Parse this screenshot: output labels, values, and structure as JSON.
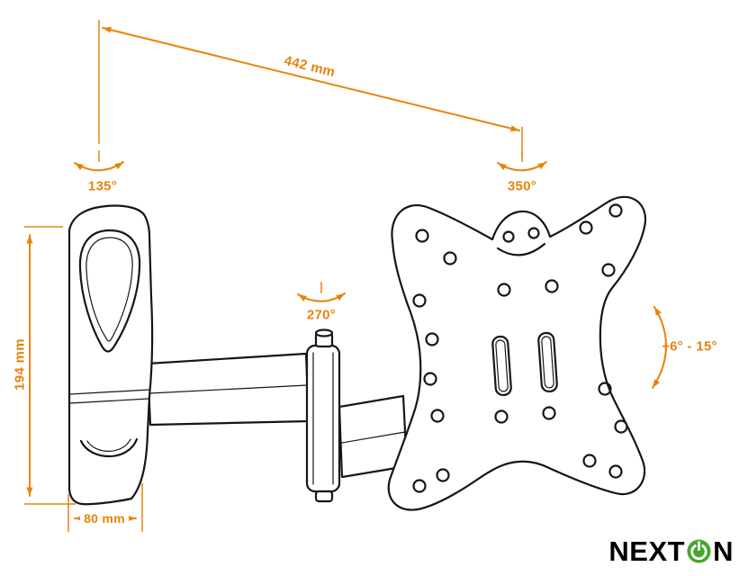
{
  "colors": {
    "annotation": "#E8830A",
    "drawing": "#161616",
    "logo_green": "#45A62B",
    "logo_black": "#000000",
    "background": "#FFFFFF"
  },
  "annotations": {
    "dim_width": "442 mm",
    "rot_wall": "135°",
    "rot_plate": "350°",
    "rot_elbow": "270°",
    "dim_height": "194 mm",
    "dim_depth": "80 mm",
    "tilt_range": "+6° - 15°"
  },
  "logo": {
    "text_left": "NEXT",
    "text_right": "N"
  }
}
